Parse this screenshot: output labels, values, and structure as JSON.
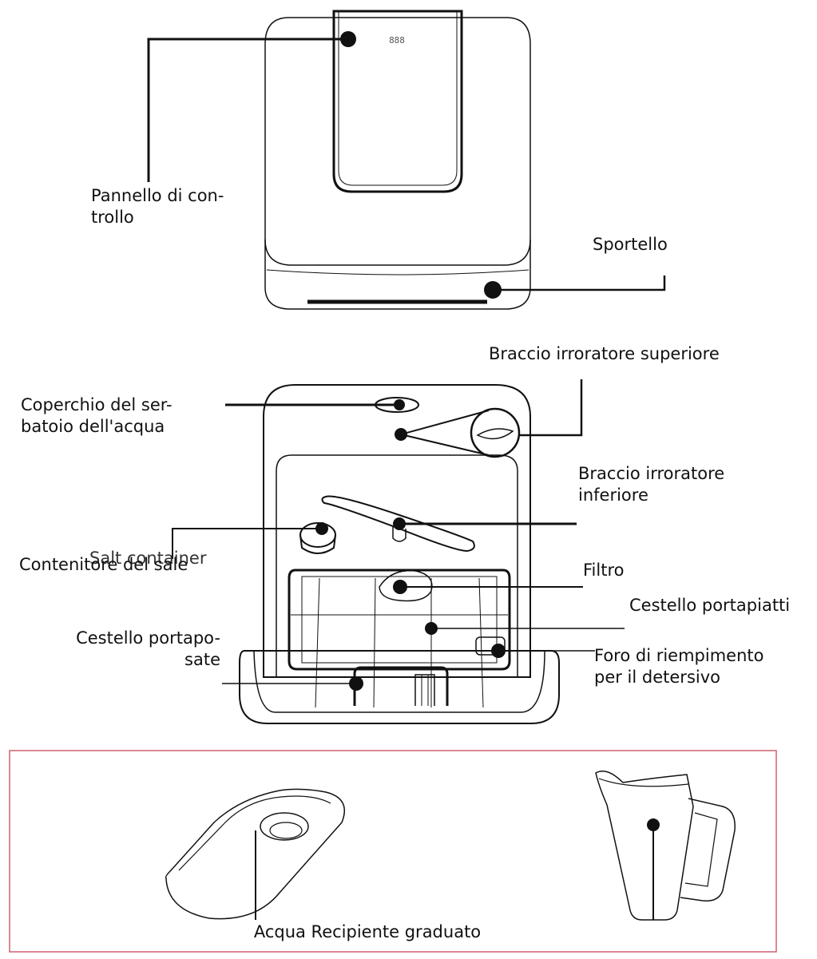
{
  "labels": {
    "control_panel": [
      "Pannello di con-",
      "trollo"
    ],
    "door": "Sportello",
    "upper_arm": "Braccio irroratore superiore",
    "tank_lid": [
      "Coperchio del ser-",
      "batoio dell'acqua"
    ],
    "lower_arm": [
      "Braccio irroratore",
      "inferiore"
    ],
    "salt_en": "Salt container",
    "salt_it": "Contenitore del sale",
    "filter": "Filtro",
    "dish_rack": "Cestello portapiatti",
    "cutlery_basket": [
      "Cestello portapo-",
      "sate"
    ],
    "detergent_hole": [
      "Foro di riempimento",
      "per il detersivo"
    ],
    "accessories": "Acqua Recipiente graduato"
  },
  "panel_display": "888",
  "colors": {
    "line": "#111111",
    "frame": "#d06070"
  }
}
